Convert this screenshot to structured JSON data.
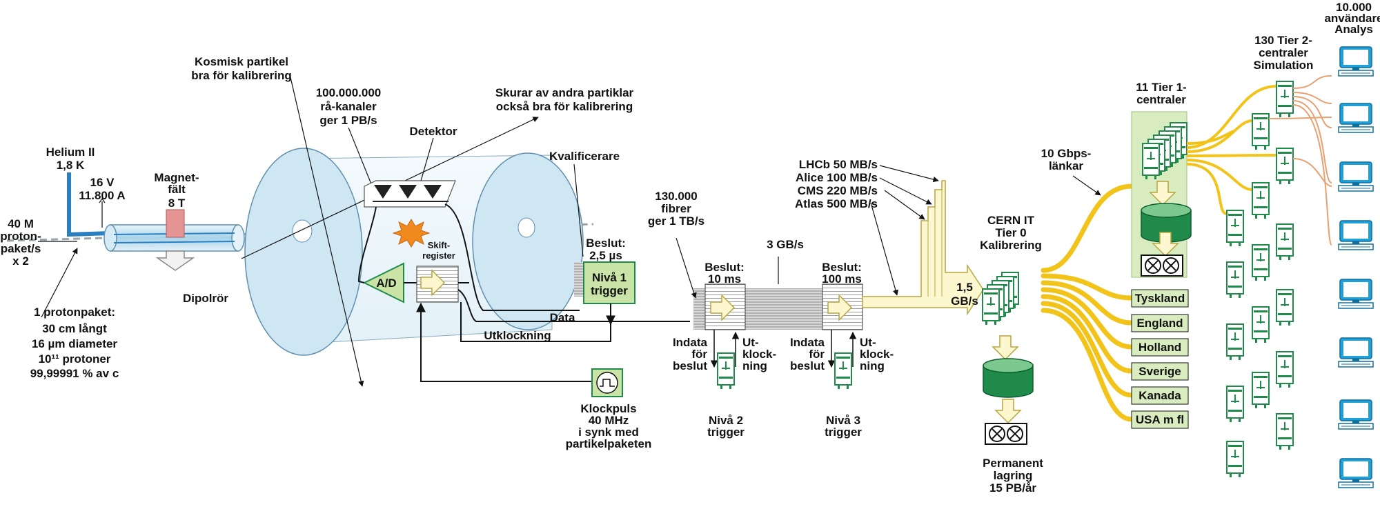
{
  "labels": {
    "helium": [
      "Helium II",
      "1,8 K"
    ],
    "volt": [
      "16 V",
      "11.800 A"
    ],
    "magnet": [
      "Magnet-",
      "fält",
      "8 T"
    ],
    "bunches": [
      "40 M",
      "proton-",
      "paket/s",
      "x 2"
    ],
    "dipole": "Dipolrör",
    "packet": [
      "1 protonpaket:",
      "30 cm långt",
      "16 µm diameter",
      "10¹¹ protoner",
      "99,99991 % av c"
    ],
    "cosmic": [
      "Kosmisk partikel",
      "bra för kalibrering"
    ],
    "channels": [
      "100.000.000",
      "rå-kanaler",
      "ger 1 PB/s"
    ],
    "showers": [
      "Skurar av andra partiklar",
      "också bra för kalibrering"
    ],
    "detector": "Detektor",
    "qualifier": "Kvalificerare",
    "ad": "A/D",
    "shift": [
      "Skift-",
      "register"
    ],
    "decision1": [
      "Beslut:",
      "2,5 µs"
    ],
    "level1": [
      "Nivå 1",
      "trigger"
    ],
    "data": "Data",
    "clockout": "Utklockning",
    "clock": [
      "Klockpuls",
      "40 MHz",
      "i synk med",
      "partikelpaketen"
    ],
    "fibers": [
      "130.000",
      "fibrer",
      "ger 1 TB/s"
    ],
    "gbs3": "3 GB/s",
    "decision2": [
      "Beslut:",
      "10 ms"
    ],
    "decision3": [
      "Beslut:",
      "100 ms"
    ],
    "input2": [
      "Indata",
      "för",
      "beslut"
    ],
    "output2": [
      "Ut-",
      "klock-",
      "ning"
    ],
    "input3": [
      "Indata",
      "för",
      "beslut"
    ],
    "output3": [
      "Ut-",
      "klock-",
      "ning"
    ],
    "level2": [
      "Nivå 2",
      "trigger"
    ],
    "level3": [
      "Nivå 3",
      "trigger"
    ],
    "rates": [
      "LHCb 50 MB/s",
      "Alice 100 MB/s",
      "CMS 220 MB/s",
      "Atlas 500 MB/s"
    ],
    "gbs15": [
      "1,5",
      "GB/s"
    ],
    "cern": [
      "CERN IT",
      "Tier 0",
      "Kalibrering"
    ],
    "storage": [
      "Permanent",
      "lagring",
      "15 PB/år"
    ],
    "links": [
      "10 Gbps-",
      "länkar"
    ],
    "tier1": [
      "11 Tier 1-",
      "centraler"
    ],
    "tier2": [
      "130 Tier 2-",
      "centraler",
      "Simulation"
    ],
    "users": [
      "10.000",
      "användare",
      "Analys"
    ],
    "countries": [
      "Tyskland",
      "England",
      "Holland",
      "Sverige",
      "Kanada",
      "USA m fl"
    ]
  },
  "colors": {
    "pipe_blue": "#2a7fc1",
    "cylinder": "#cfe6f3",
    "green": "#1f8a4a",
    "light_green": "#c9e4a6",
    "yellow": "#f2c318",
    "pale_yellow": "#fcf7cf",
    "orange": "#e8a070",
    "monitor": "#1fa0d8"
  }
}
